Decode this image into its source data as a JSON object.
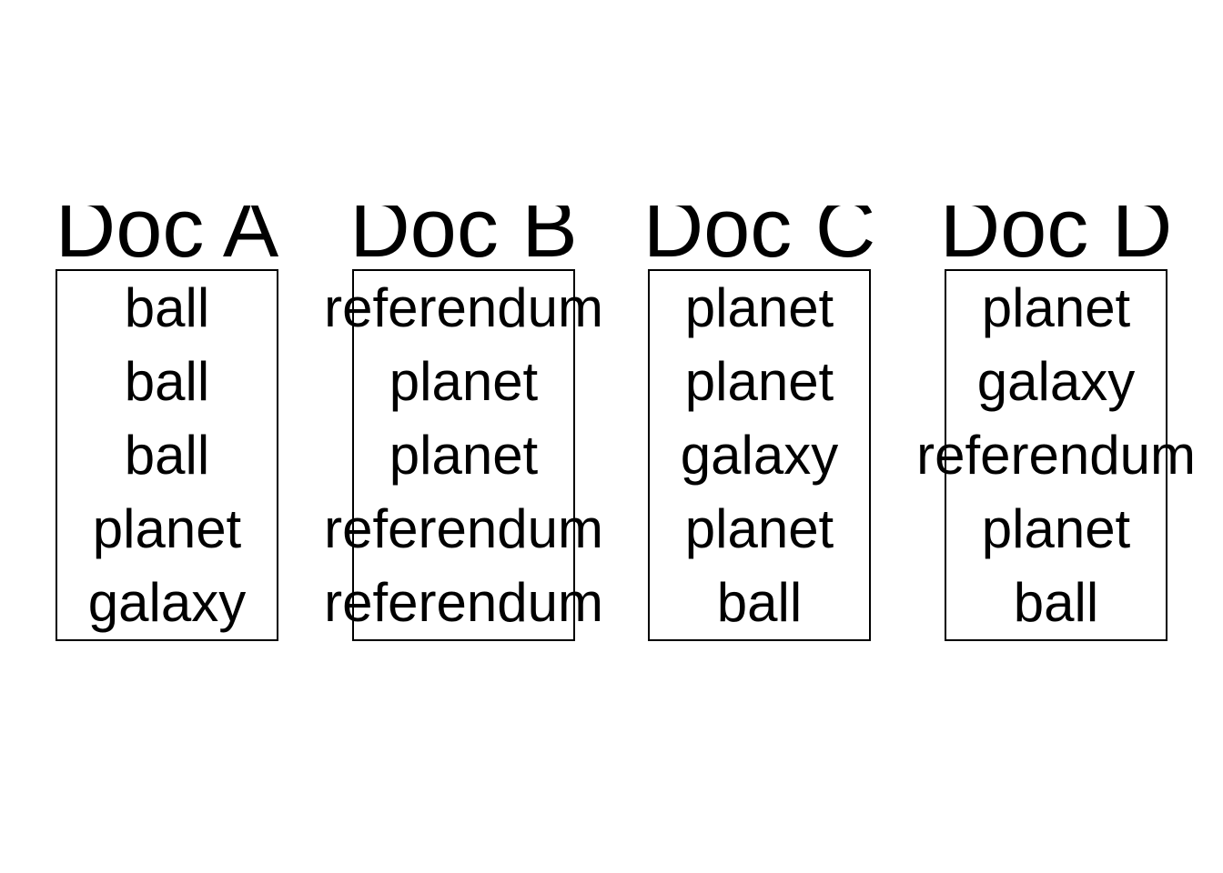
{
  "figure": {
    "background_color": "#ffffff",
    "text_color": "#000000",
    "box_border_color": "#000000"
  },
  "documents": [
    {
      "title": "Doc A",
      "words": [
        "ball",
        "ball",
        "ball",
        "planet",
        "galaxy"
      ]
    },
    {
      "title": "Doc B",
      "words": [
        "referendum",
        "planet",
        "planet",
        "referendum",
        "referendum"
      ]
    },
    {
      "title": "Doc C",
      "words": [
        "planet",
        "planet",
        "galaxy",
        "planet",
        "ball"
      ]
    },
    {
      "title": "Doc D",
      "words": [
        "planet",
        "galaxy",
        "referendum",
        "planet",
        "ball"
      ]
    }
  ]
}
